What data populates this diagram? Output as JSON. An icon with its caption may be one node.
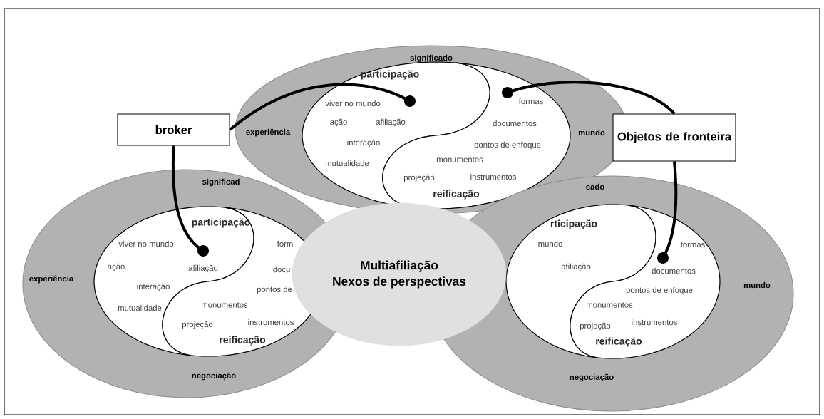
{
  "diagram": {
    "nodes": [
      {
        "text": [
          "broker"
        ]
      },
      {
        "text": [
          "Objetos de fronteira"
        ]
      },
      {
        "text": [
          "significado",
          "experiência",
          "mundo"
        ]
      },
      {
        "text": [
          "participação",
          "viver no mundo",
          "ação",
          "afiliação",
          "interação",
          "mutualidade"
        ],
        "in": 2
      },
      {
        "text": [
          "formas",
          "documentos",
          "pontos de enfoque",
          "monumentos",
          "projeção",
          "instrumentos",
          "reificação"
        ],
        "in": 2
      },
      {
        "text": [
          "significad",
          "experiência",
          "negociação"
        ]
      },
      {
        "text": [
          "participação",
          "viver no mundo",
          "ação",
          "afiliação",
          "interação",
          "mutualidade"
        ],
        "in": 5
      },
      {
        "text": [
          "form",
          "docu",
          "pontos de",
          "monumentos",
          "projeção",
          "instrumentos",
          "reificação"
        ],
        "in": 5
      },
      {
        "text": [
          "cado",
          "mundo",
          "negociação"
        ]
      },
      {
        "text": [
          "rticipação",
          "mundo",
          "afiliação"
        ],
        "in": 8
      },
      {
        "text": [
          "formas",
          "documentos",
          "pontos de enfoque",
          "monumentos",
          "projeção",
          "instrumentos",
          "reificação"
        ],
        "in": 8
      },
      {
        "text": [
          "Multiafiliação",
          "Nexos de perspectivas"
        ]
      }
    ],
    "edges": [
      {
        "from": 0,
        "to": 3,
        "arrow": "other"
      },
      {
        "from": 0,
        "to": 6,
        "arrow": "other"
      },
      {
        "from": 1,
        "to": 4,
        "arrow": "other"
      },
      {
        "from": 1,
        "to": 10,
        "arrow": "other"
      }
    ]
  }
}
